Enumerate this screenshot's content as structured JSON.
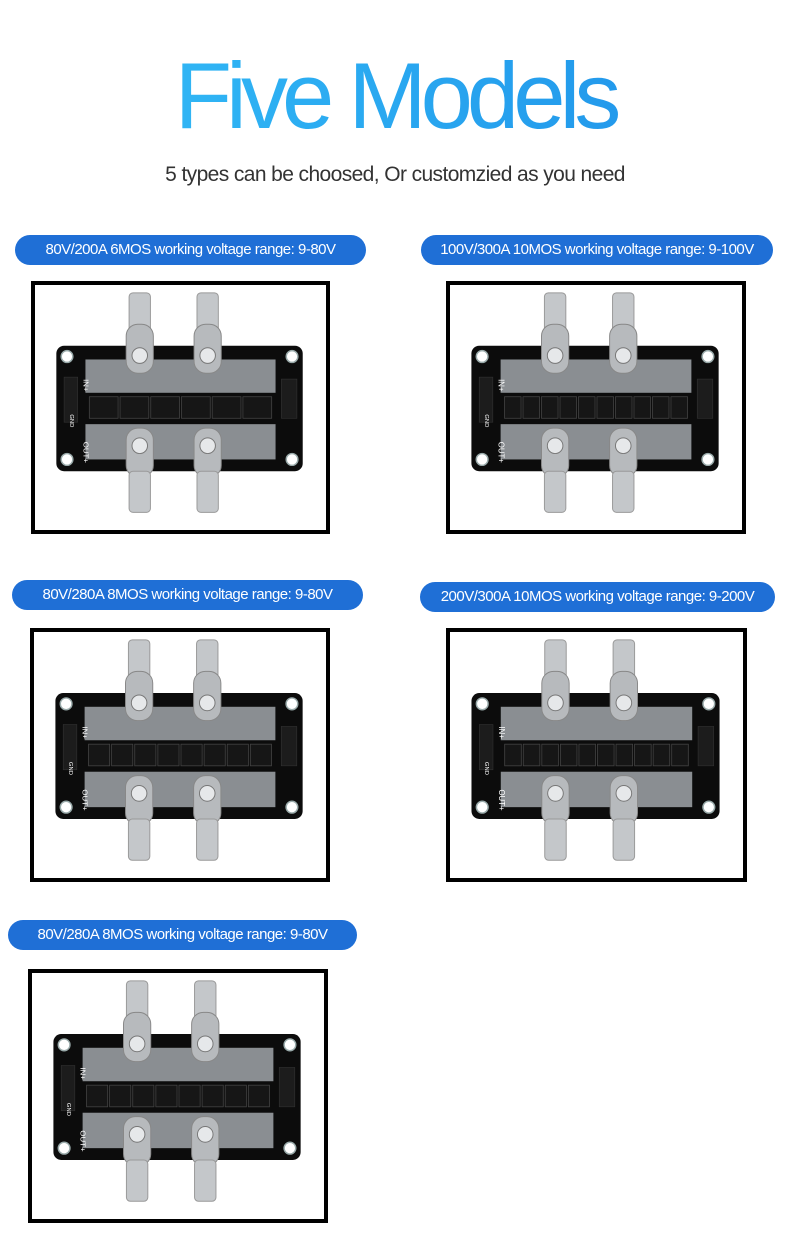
{
  "header": {
    "title": "Five Models",
    "subtitle": "5 types can be choosed, Or customzied as you need"
  },
  "models": [
    {
      "label": "80V/200A 6MOS working voltage range: 9-80V",
      "mos_count": 6
    },
    {
      "label": "100V/300A 10MOS working voltage range: 9-100V",
      "mos_count": 10
    },
    {
      "label": "80V/280A 8MOS working voltage range: 9-80V",
      "mos_count": 8
    },
    {
      "label": "200V/300A 10MOS working voltage range: 9-200V",
      "mos_count": 10
    },
    {
      "label": "80V/280A 8MOS working voltage range: 9-80V",
      "mos_count": 8
    }
  ],
  "board": {
    "in_label": "IN+",
    "out_label": "OUT+",
    "gnd_label": "GND",
    "colors": {
      "pcb": "#0c0c0c",
      "heatsink": "#8a8e92",
      "lug": "#c4c7ca",
      "mos": "#161616"
    }
  }
}
